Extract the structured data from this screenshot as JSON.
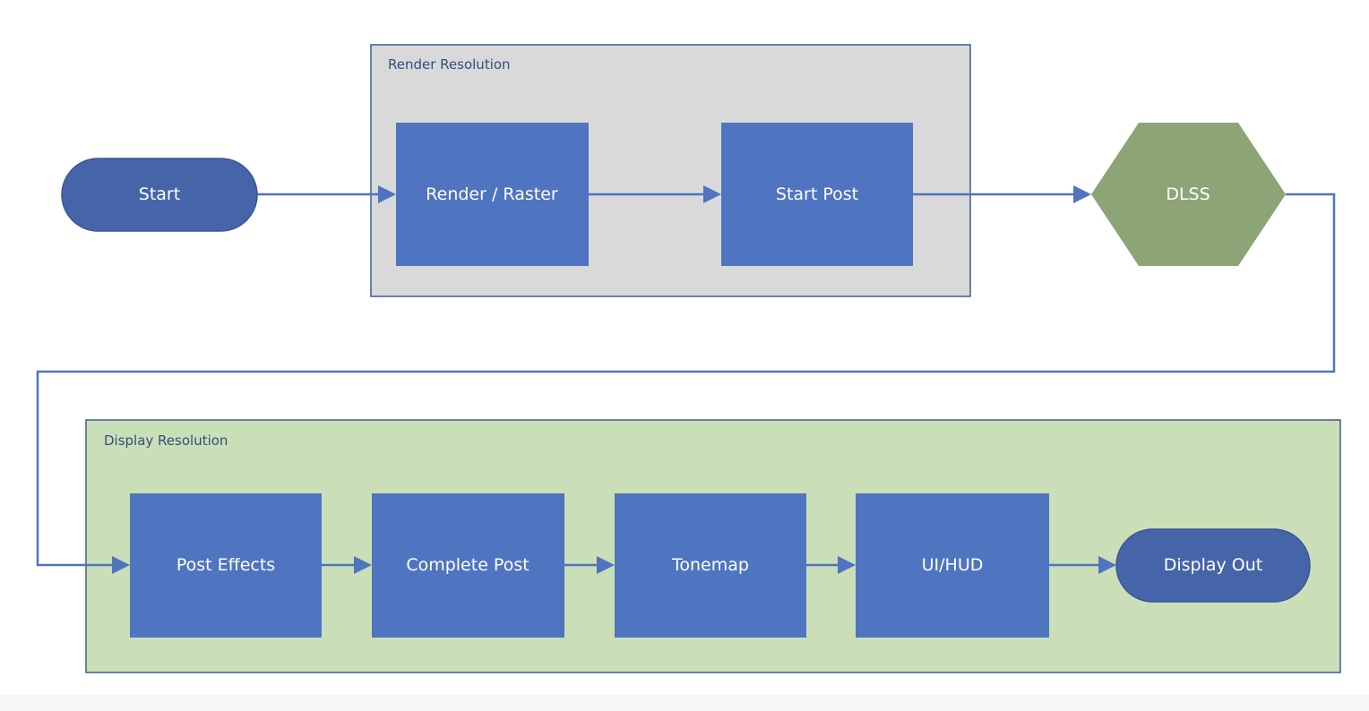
{
  "colors": {
    "process_fill": "#4f74c0",
    "terminator_fill": "#4665a8",
    "decision_fill": "#8da476",
    "render_group_fill": "#d9d9d9",
    "display_group_fill": "#cadfb8",
    "group_border": "#3d5a99",
    "connector": "#4f74c0"
  },
  "groups": {
    "render": {
      "label": "Render Resolution"
    },
    "display": {
      "label": "Display Resolution"
    }
  },
  "nodes": {
    "start": {
      "label": "Start",
      "shape": "terminator"
    },
    "render_raster": {
      "label": "Render / Raster",
      "shape": "process"
    },
    "start_post": {
      "label": "Start Post",
      "shape": "process"
    },
    "dlss": {
      "label": "DLSS",
      "shape": "hexagon"
    },
    "post_effects": {
      "label": "Post Effects",
      "shape": "process"
    },
    "complete_post": {
      "label": "Complete Post",
      "shape": "process"
    },
    "tonemap": {
      "label": "Tonemap",
      "shape": "process"
    },
    "ui_hud": {
      "label": "UI/HUD",
      "shape": "process"
    },
    "display_out": {
      "label": "Display Out",
      "shape": "terminator"
    }
  },
  "edges": [
    {
      "from": "start",
      "to": "render_raster"
    },
    {
      "from": "render_raster",
      "to": "start_post"
    },
    {
      "from": "start_post",
      "to": "dlss"
    },
    {
      "from": "dlss",
      "to": "post_effects"
    },
    {
      "from": "post_effects",
      "to": "complete_post"
    },
    {
      "from": "complete_post",
      "to": "tonemap"
    },
    {
      "from": "tonemap",
      "to": "ui_hud"
    },
    {
      "from": "ui_hud",
      "to": "display_out"
    }
  ]
}
